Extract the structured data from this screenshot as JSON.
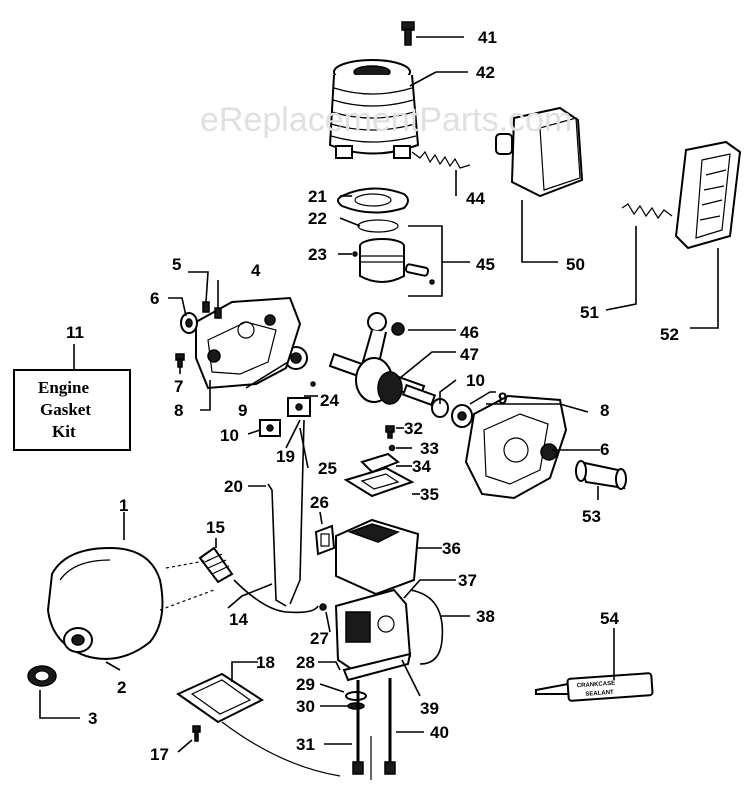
{
  "watermark": "eReplacementParts.com",
  "kit_box": {
    "number": "11",
    "line1": "Engine",
    "line2": "Gasket",
    "line3": "Kit"
  },
  "tube_label": {
    "line1": "CRANKCASE",
    "line2": "SEALANT"
  },
  "callouts": {
    "n1": "1",
    "n2": "2",
    "n3": "3",
    "n4": "4",
    "n5": "5",
    "n6a": "6",
    "n6b": "6",
    "n7": "7",
    "n8a": "8",
    "n8b": "8",
    "n9a": "9",
    "n9b": "9",
    "n10a": "10",
    "n10b": "10",
    "n14": "14",
    "n15": "15",
    "n17": "17",
    "n18": "18",
    "n19": "19",
    "n20": "20",
    "n21": "21",
    "n22": "22",
    "n23": "23",
    "n24": "24",
    "n25": "25",
    "n26": "26",
    "n27": "27",
    "n28": "28",
    "n29": "29",
    "n30": "30",
    "n31": "31",
    "n32": "32",
    "n33": "33",
    "n34": "34",
    "n35": "35",
    "n36": "36",
    "n37": "37",
    "n38": "38",
    "n39": "39",
    "n40": "40",
    "n41": "41",
    "n42": "42",
    "n44": "44",
    "n45": "45",
    "n46": "46",
    "n47": "47",
    "n50": "50",
    "n51": "51",
    "n52": "52",
    "n53": "53",
    "n54": "54"
  }
}
